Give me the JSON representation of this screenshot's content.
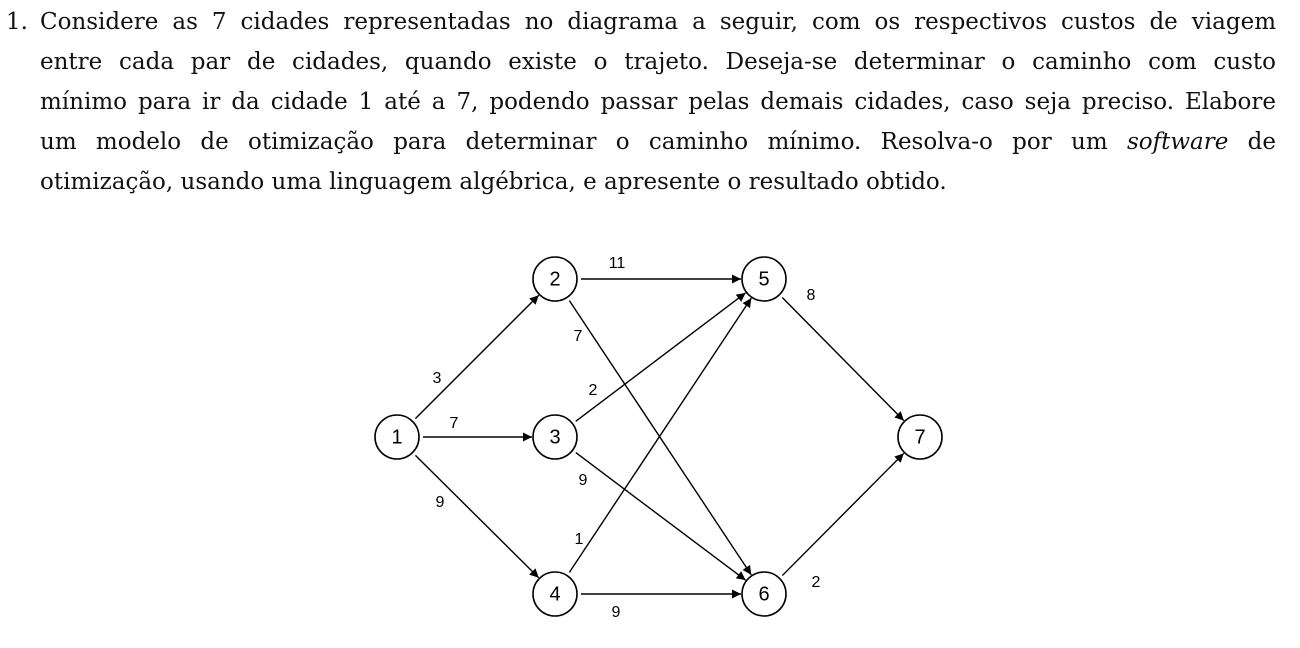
{
  "problem": {
    "number": "1.",
    "lines": [
      "Considere as 7 cidades representadas no diagrama a seguir, com os respectivos custos de viagem",
      "entre cada par de cidades, quando existe o trajeto.  Deseja-se determinar o caminho com custo",
      "mínimo para ir da cidade 1 até a 7, podendo passar pelas demais cidades, caso seja preciso. Elabore",
      "um modelo de otimização para determinar o caminho mínimo.  Resolva-o por um ",
      "software",
      " de",
      "otimização, usando uma linguagem algébrica, e apresente o resultado obtido."
    ]
  },
  "graph": {
    "nodes": [
      "1",
      "2",
      "3",
      "4",
      "5",
      "6",
      "7"
    ],
    "edges": [
      {
        "from": "1",
        "to": "2",
        "cost": "3"
      },
      {
        "from": "1",
        "to": "3",
        "cost": "7"
      },
      {
        "from": "1",
        "to": "4",
        "cost": "9"
      },
      {
        "from": "2",
        "to": "5",
        "cost": "11"
      },
      {
        "from": "2",
        "to": "6",
        "cost": "7"
      },
      {
        "from": "3",
        "to": "5",
        "cost": "2"
      },
      {
        "from": "3",
        "to": "6",
        "cost": "9"
      },
      {
        "from": "4",
        "to": "5",
        "cost": "1"
      },
      {
        "from": "4",
        "to": "6",
        "cost": "9"
      },
      {
        "from": "5",
        "to": "7",
        "cost": "8"
      },
      {
        "from": "6",
        "to": "7",
        "cost": "2"
      }
    ]
  }
}
